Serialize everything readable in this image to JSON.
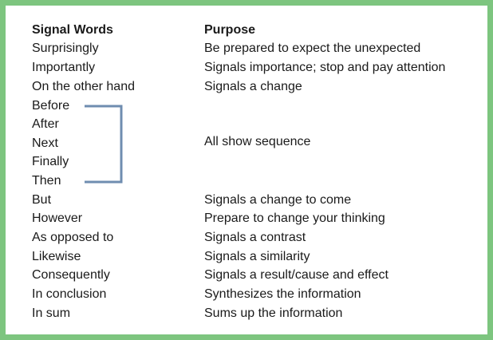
{
  "table": {
    "headers": {
      "signal_words": "Signal Words",
      "purpose": "Purpose"
    },
    "rows": [
      {
        "word": "Surprisingly",
        "purpose": "Be prepared to expect the unexpected"
      },
      {
        "word": "Importantly",
        "purpose": "Signals importance; stop and pay attention"
      },
      {
        "word": "On the other hand",
        "purpose": "Signals a change"
      },
      {
        "word": "Before",
        "purpose": ""
      },
      {
        "word": "After",
        "purpose": ""
      },
      {
        "word": "Next",
        "purpose": "All show sequence"
      },
      {
        "word": "Finally",
        "purpose": ""
      },
      {
        "word": "Then",
        "purpose": ""
      },
      {
        "word": "But",
        "purpose": "Signals a change to come"
      },
      {
        "word": "However",
        "purpose": "Prepare to change your thinking"
      },
      {
        "word": "As opposed to",
        "purpose": "Signals a contrast"
      },
      {
        "word": "Likewise",
        "purpose": "Signals a similarity"
      },
      {
        "word": "Consequently",
        "purpose": "Signals a result/cause and effect"
      },
      {
        "word": "In conclusion",
        "purpose": "Synthesizes the information"
      },
      {
        "word": "In sum",
        "purpose": "Sums up the information"
      }
    ]
  },
  "colors": {
    "border": "#7dc57f",
    "bracket": "#6f8db0",
    "text": "#1a1a1a"
  }
}
